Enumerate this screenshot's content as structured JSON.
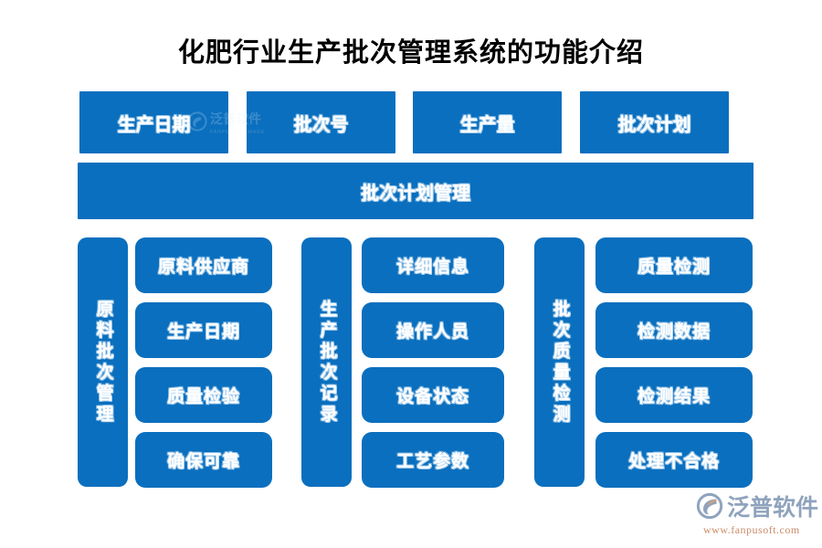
{
  "page": {
    "title": "化肥行业生产批次管理系统的功能介绍",
    "accent_color": "#0a6fbe",
    "text_color": "#ffffff",
    "background": "#ffffff"
  },
  "top_row": {
    "items": [
      {
        "label": "生产日期"
      },
      {
        "label": "批次号"
      },
      {
        "label": "生产量"
      },
      {
        "label": "批次计划"
      }
    ]
  },
  "banner": {
    "label": "批次计划管理"
  },
  "groups": [
    {
      "label": "原料批次管理",
      "items": [
        {
          "label": "原料供应商"
        },
        {
          "label": "生产日期"
        },
        {
          "label": "质量检验"
        },
        {
          "label": "确保可靠"
        }
      ]
    },
    {
      "label": "生产批次记录",
      "items": [
        {
          "label": "详细信息"
        },
        {
          "label": "操作人员"
        },
        {
          "label": "设备状态"
        },
        {
          "label": "工艺参数"
        }
      ]
    },
    {
      "label": "批次质量检测",
      "items": [
        {
          "label": "质量检测"
        },
        {
          "label": "检测数据"
        },
        {
          "label": "检测结果"
        },
        {
          "label": "处理不合格"
        }
      ]
    }
  ],
  "watermark": {
    "name": "泛普软件",
    "sub": "FANPU SOFTWARE"
  },
  "logo": {
    "name": "泛普软件",
    "url": "www.fanpusoft.com",
    "mark_color_cool": "#8fa3bd",
    "mark_color_warm": "#e0a06e"
  }
}
